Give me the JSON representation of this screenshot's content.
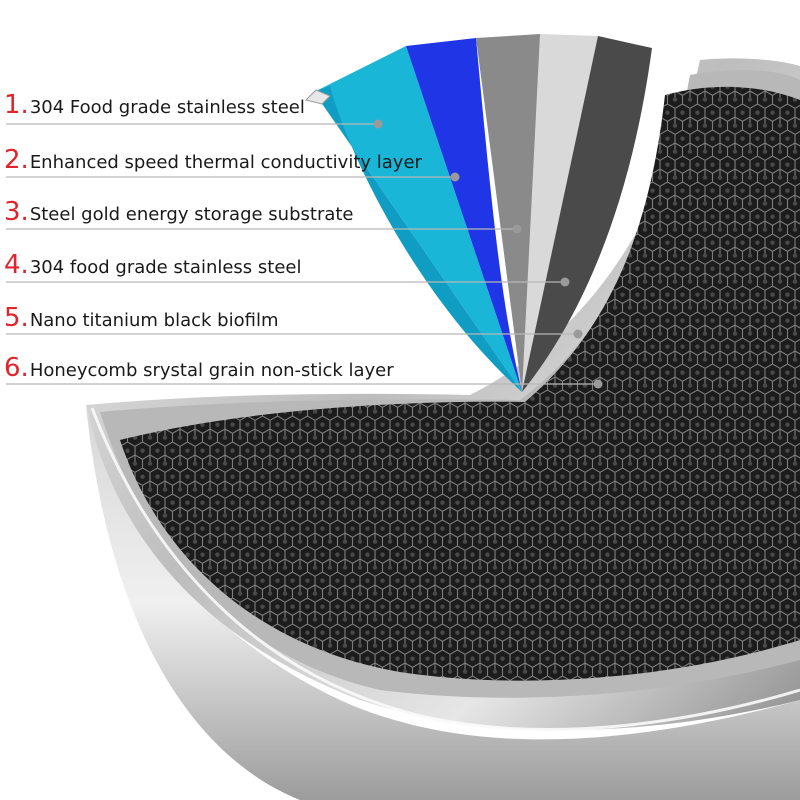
{
  "layers": [
    {
      "number": "1.",
      "text": "304 Food grade stainless steel"
    },
    {
      "number": "2.",
      "text": "Enhanced speed thermal conductivity layer"
    },
    {
      "number": "3.",
      "text": "Steel gold energy storage substrate"
    },
    {
      "number": "4.",
      "text": "304 food grade stainless steel"
    },
    {
      "number": "5.",
      "text": "Nano titanium black biofilm"
    },
    {
      "number": "6.",
      "text": "Honeycomb srystal grain non-stick layer"
    }
  ],
  "colors": {
    "number_red": "#e0242b",
    "layer_cyan": "#19b6d8",
    "layer_blue": "#2036e6",
    "layer_gray": "#8a8a8a",
    "layer_silver": "#d9d9d9",
    "layer_dark": "#4a4a4a",
    "leader_line": "#b8b8b8",
    "pan_coating": "#1e1e1e"
  }
}
